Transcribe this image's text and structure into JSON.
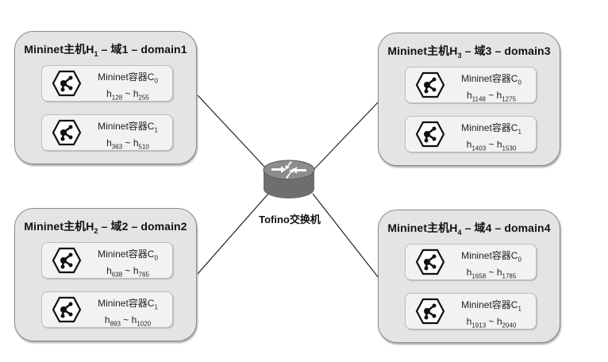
{
  "switch": {
    "label": "Tofino交换机",
    "icon": "router-icon"
  },
  "hosts": [
    {
      "id": "h1",
      "name": "Mininet主机H",
      "index": "1",
      "suffix": " – 域1 – domain1",
      "containers": [
        {
          "name": "Mininet容器C",
          "index": "0",
          "range_start": "128",
          "range_end": "255"
        },
        {
          "name": "Mininet容器C",
          "index": "1",
          "range_start": "363",
          "range_end": "510"
        }
      ]
    },
    {
      "id": "h2",
      "name": "Mininet主机H",
      "index": "2",
      "suffix": " – 域2 – domain2",
      "containers": [
        {
          "name": "Mininet容器C",
          "index": "0",
          "range_start": "638",
          "range_end": "765"
        },
        {
          "name": "Mininet容器C",
          "index": "1",
          "range_start": "893",
          "range_end": "1020"
        }
      ]
    },
    {
      "id": "h3",
      "name": "Mininet主机H",
      "index": "3",
      "suffix": " – 域3 – domain3",
      "containers": [
        {
          "name": "Mininet容器C",
          "index": "0",
          "range_start": "1148",
          "range_end": "1275"
        },
        {
          "name": "Mininet容器C",
          "index": "1",
          "range_start": "1403",
          "range_end": "1530"
        }
      ]
    },
    {
      "id": "h4",
      "name": "Mininet主机H",
      "index": "4",
      "suffix": " – 域4 – domain4",
      "containers": [
        {
          "name": "Mininet容器C",
          "index": "0",
          "range_start": "1658",
          "range_end": "1785"
        },
        {
          "name": "Mininet容器C",
          "index": "1",
          "range_start": "1913",
          "range_end": "2040"
        }
      ]
    }
  ],
  "range_separator": " ~ ",
  "range_prefix": "h",
  "colors": {
    "host_fill": "#e4e4e4",
    "container_fill": "#f2f2f2",
    "router_body": "#6e6e6e",
    "router_top": "#8c8c8c"
  }
}
